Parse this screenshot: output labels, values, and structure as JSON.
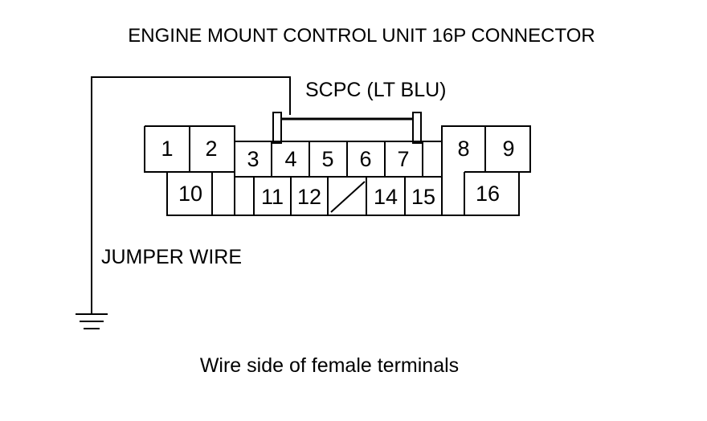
{
  "title": "ENGINE MOUNT CONTROL UNIT 16P CONNECTOR",
  "wire_label": "SCPC (LT BLU)",
  "jumper_label": "JUMPER WIRE",
  "footer_caption": "Wire side of female terminals",
  "pins": {
    "p1": "1",
    "p2": "2",
    "p3": "3",
    "p4": "4",
    "p5": "5",
    "p6": "6",
    "p7": "7",
    "p8": "8",
    "p9": "9",
    "p10": "10",
    "p11": "11",
    "p12": "12",
    "p14": "14",
    "p15": "15",
    "p16": "16"
  }
}
